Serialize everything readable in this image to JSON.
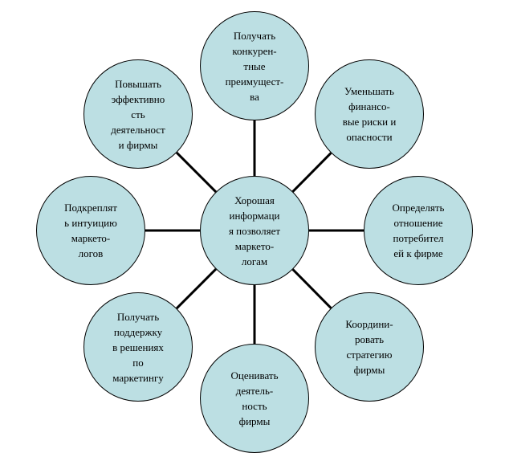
{
  "colors": {
    "node_fill": "#bcdfe3",
    "outline": "#000000",
    "text": "#000000",
    "background": "#ffffff"
  },
  "diagram": {
    "center": {
      "text": "Хорошая\nинформаци\nя позволяет\nмаркето-\nлогам"
    },
    "nodes": [
      {
        "id": "top",
        "text": "Получать\nконкурен-\nтные\nпреимущест-\nва"
      },
      {
        "id": "top-right",
        "text": "Уменьшать\nфинансо-\nвые риски и\nопасности"
      },
      {
        "id": "right",
        "text": "Определять\nотношение\nпотребител\nей к фирме"
      },
      {
        "id": "bottom-right",
        "text": "Координи-\nровать\nстратегию\nфирмы"
      },
      {
        "id": "bottom",
        "text": "Оценивать\nдеятель-\nность\nфирмы"
      },
      {
        "id": "bottom-left",
        "text": "Получать\nподдержку\nв решениях\nпо\nмаркетингу"
      },
      {
        "id": "left",
        "text": "Подкреплят\nь интуицию\nмаркето-\nлогов"
      },
      {
        "id": "top-left",
        "text": "Повышать\nэффективно\nсть\nдеятельност\nи фирмы"
      }
    ]
  }
}
